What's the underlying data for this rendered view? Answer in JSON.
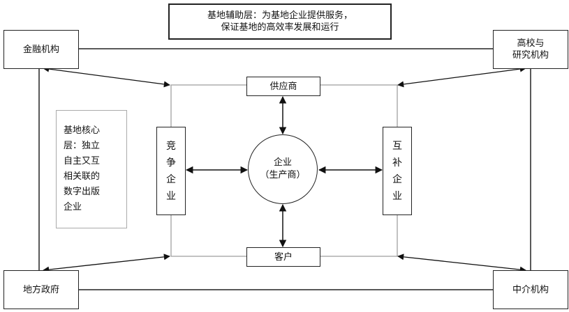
{
  "title": {
    "line1": "基地辅助层：为基地企业提供服务，",
    "line2": "保证基地的高效率发展和运行"
  },
  "corners": {
    "financial": "金融机构",
    "universities_line1": "高校与",
    "universities_line2": "研究机构",
    "government": "地方政府",
    "intermediary": "中介机构"
  },
  "inner": {
    "supplier": "供应商",
    "customer": "客户",
    "competitors": [
      "竞",
      "争",
      "企",
      "业"
    ],
    "complementary": [
      "互",
      "补",
      "企",
      "业"
    ]
  },
  "center": {
    "line1": "企业",
    "line2": "（生产商）"
  },
  "core_layer": {
    "lines": [
      "基地核心",
      "层：独立",
      "自主又互",
      "相关联的",
      "数字出版",
      "企业"
    ]
  }
}
